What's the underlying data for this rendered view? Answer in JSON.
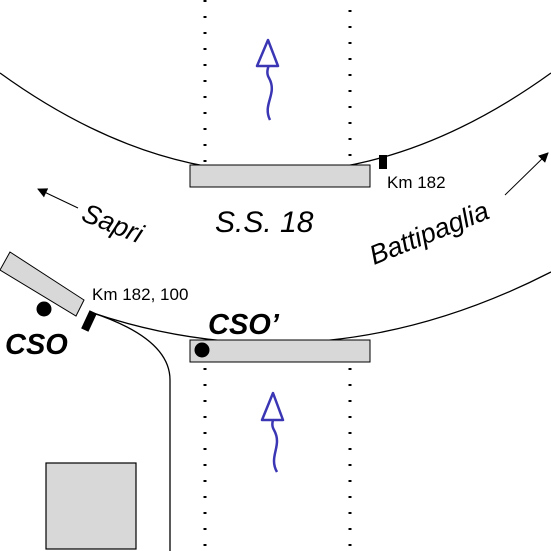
{
  "road": {
    "name": "S.S. 18"
  },
  "directions": {
    "left": "Sapri",
    "right": "Battipaglia"
  },
  "kilometer_markers": {
    "north": "Km 182",
    "west": "Km 182, 100"
  },
  "stations": {
    "west": "CSO",
    "center": "CSO’"
  },
  "colors": {
    "flow_arrow": "#3a36b4",
    "sensor_bar": "#d8d8d8",
    "line": "#000000",
    "background": "#ffffff"
  },
  "icons": {
    "flow": "wavy-up-arrow-icon",
    "direction": "straight-arrow-icon",
    "station": "station-dot-icon",
    "marker": "km-post-icon"
  }
}
